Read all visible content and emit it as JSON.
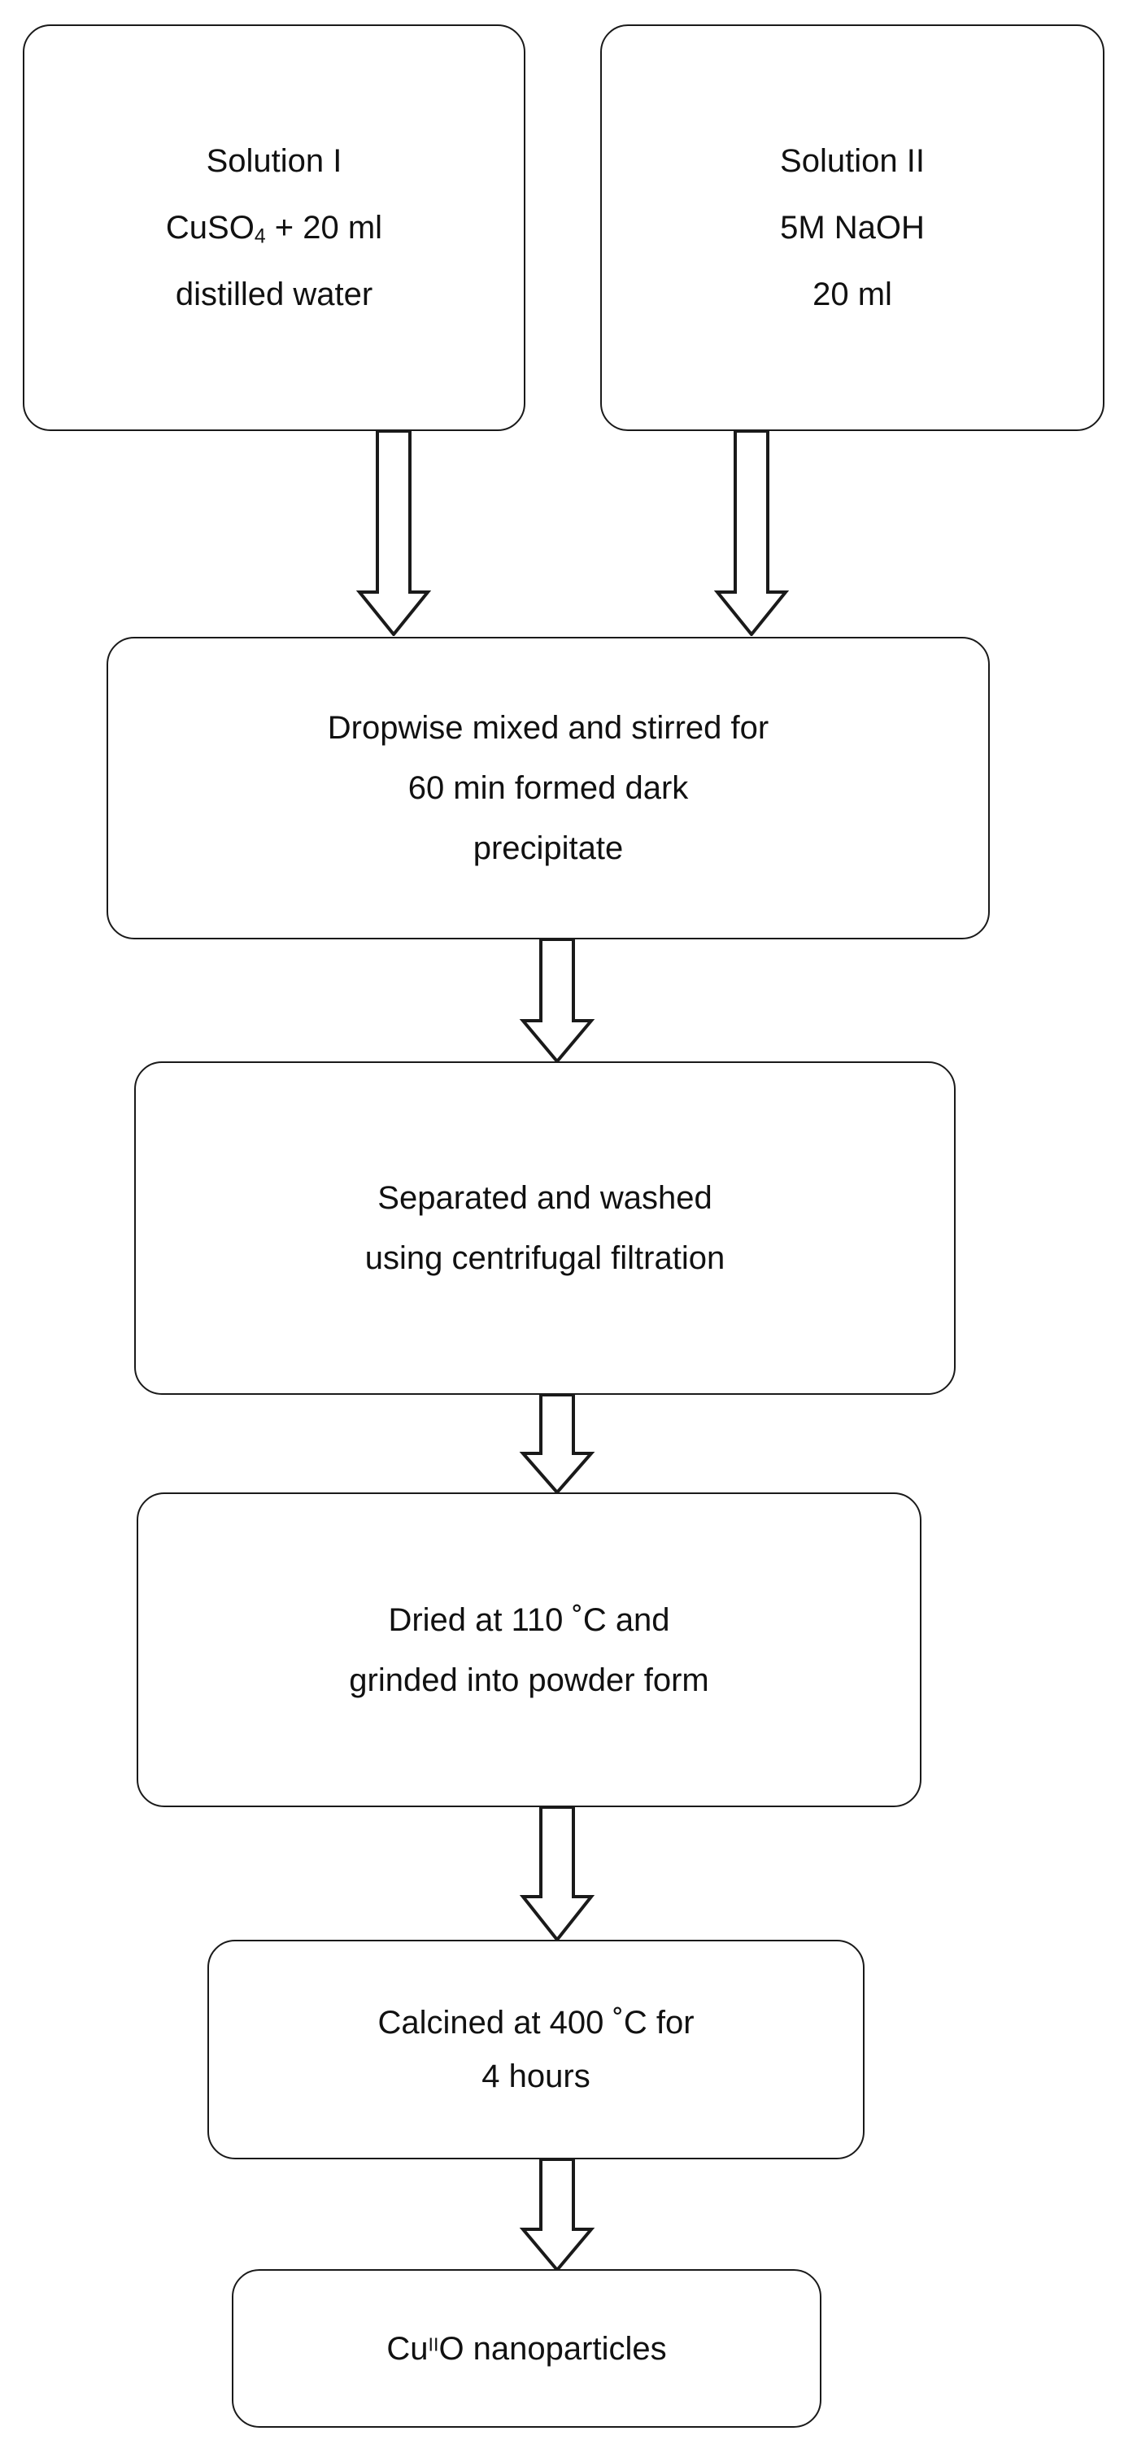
{
  "diagram": {
    "title": "CuO nanoparticle synthesis flowchart",
    "background_color": "#ffffff",
    "box_fill_color": "#ffffff",
    "box_border_color": "#1a1a1a",
    "text_color": "#111111",
    "arrow_outline_color": "#1a1a1a",
    "arrow_fill_color": "#ffffff"
  },
  "boxes": {
    "solution_1": {
      "name": "Solution I",
      "lines": [
        "Solution I",
        "CuSO",
        "distilled water"
      ],
      "line_1": "Solution I",
      "line_2_prefix": "CuSO",
      "line_2_subscript": "4",
      "line_2_suffix": " + 20 ml",
      "line_3": "distilled water"
    },
    "solution_2": {
      "name": "Solution II",
      "line_1": "Solution II",
      "line_2": "5M NaOH",
      "line_3": "20 ml"
    },
    "mix": {
      "line_1": "Dropwise mixed and stirred for",
      "line_2": "60 min formed dark",
      "line_3": "precipitate"
    },
    "separate": {
      "line_1": "Separated and washed",
      "line_2": "using centrifugal filtration"
    },
    "dry": {
      "line_1": "Dried at 110 ˚C and",
      "line_2": "grinded into powder form"
    },
    "calcine": {
      "line_1": "Calcined at 400 ˚C for",
      "line_2": "4 hours"
    },
    "product": {
      "prefix": "Cu",
      "superscript": "II",
      "suffix": "O nanoparticles"
    }
  },
  "arrows": [
    {
      "id": "solution-1-to-mix",
      "from": "solution_1",
      "to": "mix",
      "direction": "down"
    },
    {
      "id": "solution-2-to-mix",
      "from": "solution_2",
      "to": "mix",
      "direction": "down"
    },
    {
      "id": "mix-to-separate",
      "from": "mix",
      "to": "separate",
      "direction": "down"
    },
    {
      "id": "separate-to-dry",
      "from": "separate",
      "to": "dry",
      "direction": "down"
    },
    {
      "id": "dry-to-calcine",
      "from": "dry",
      "to": "calcine",
      "direction": "down"
    },
    {
      "id": "calcine-to-product",
      "from": "calcine",
      "to": "product",
      "direction": "down"
    }
  ]
}
